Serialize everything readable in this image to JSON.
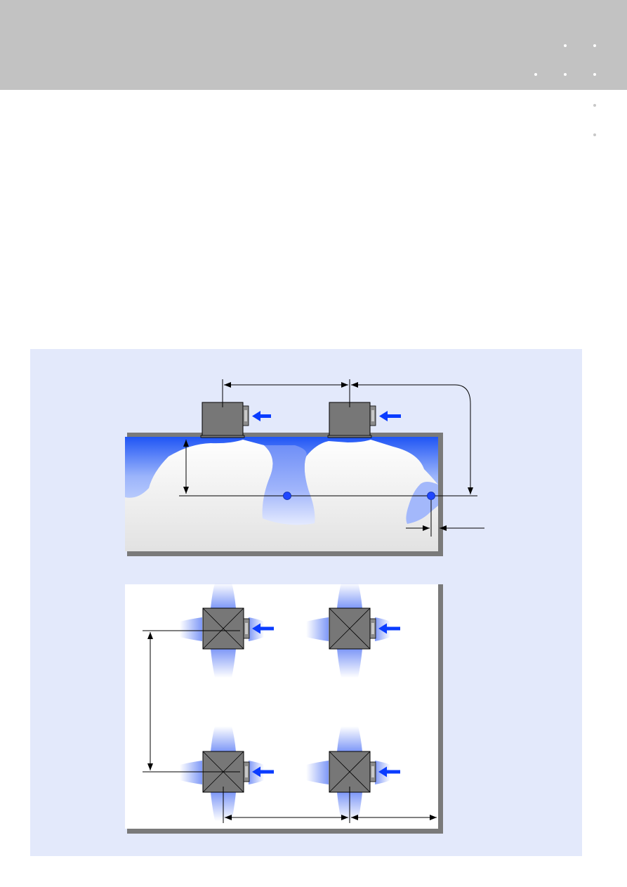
{
  "colors": {
    "header_band": "#c2c2c2",
    "figure_panel": "#e3e9fb",
    "unit_fill": "#777777",
    "room_wall": "#7a7a7a",
    "airflow_blue": "#1f55f5",
    "supply_arrow": "#0a3cff",
    "measurement_point": "#1f46ff"
  },
  "diagram": {
    "views": [
      "side-elevation",
      "plan-view"
    ],
    "units_in_side_view": 2,
    "units_in_plan_view": 4,
    "measurement_points": 2
  }
}
